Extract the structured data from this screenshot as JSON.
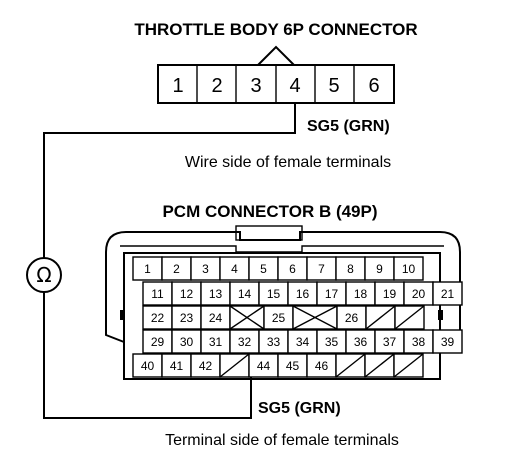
{
  "throttle": {
    "title": "THROTTLE BODY 6P CONNECTOR",
    "pins": [
      "1",
      "2",
      "3",
      "4",
      "5",
      "6"
    ],
    "wire_label": "SG5 (GRN)",
    "caption": "Wire side of female terminals"
  },
  "pcm": {
    "title": "PCM CONNECTOR B (49P)",
    "row1": [
      "1",
      "2",
      "3",
      "4",
      "5",
      "6",
      "7",
      "8",
      "9",
      "10"
    ],
    "row2": [
      "11",
      "12",
      "13",
      "14",
      "15",
      "16",
      "17",
      "18",
      "19",
      "20",
      "21"
    ],
    "row3": [
      "22",
      "23",
      "24",
      "",
      "25",
      "",
      "26",
      "",
      ""
    ],
    "row4": [
      "29",
      "30",
      "31",
      "32",
      "33",
      "34",
      "35",
      "36",
      "37",
      "38",
      "39"
    ],
    "row5": [
      "40",
      "41",
      "42",
      "",
      "44",
      "45",
      "46",
      "",
      "",
      ""
    ],
    "wire_label": "SG5 (GRN)",
    "caption": "Terminal side of female terminals"
  },
  "meter": {
    "symbol": "Ω"
  }
}
